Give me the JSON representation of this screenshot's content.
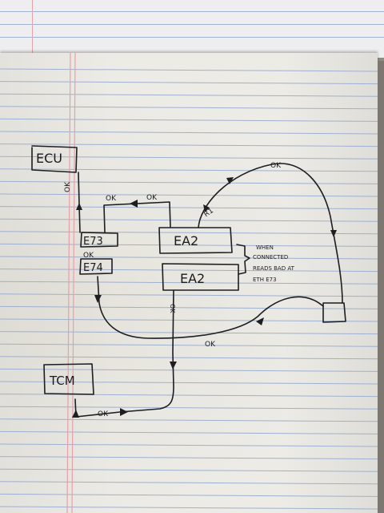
{
  "diagram": {
    "nodes": {
      "ecu": "ECU",
      "e73": "E73",
      "e74": "E74",
      "ea2_top": "EA2",
      "ea2_bottom": "EA2",
      "tcm": "TCM"
    },
    "labels": {
      "ok_ecu_vertical": "OK",
      "ok_e73_e74": "OK",
      "ok_top_left": "OK",
      "ok_top_right": "OK",
      "ok_arc_top": "OK",
      "r1_slant": "R1",
      "ok_ea2_down": "OK",
      "ok_bottom_right": "OK",
      "ok_tcm_bottom": "OK"
    },
    "note_lines": [
      "WHEN",
      "CONNECTED",
      "READS BAD AT",
      "ETH E73"
    ]
  }
}
